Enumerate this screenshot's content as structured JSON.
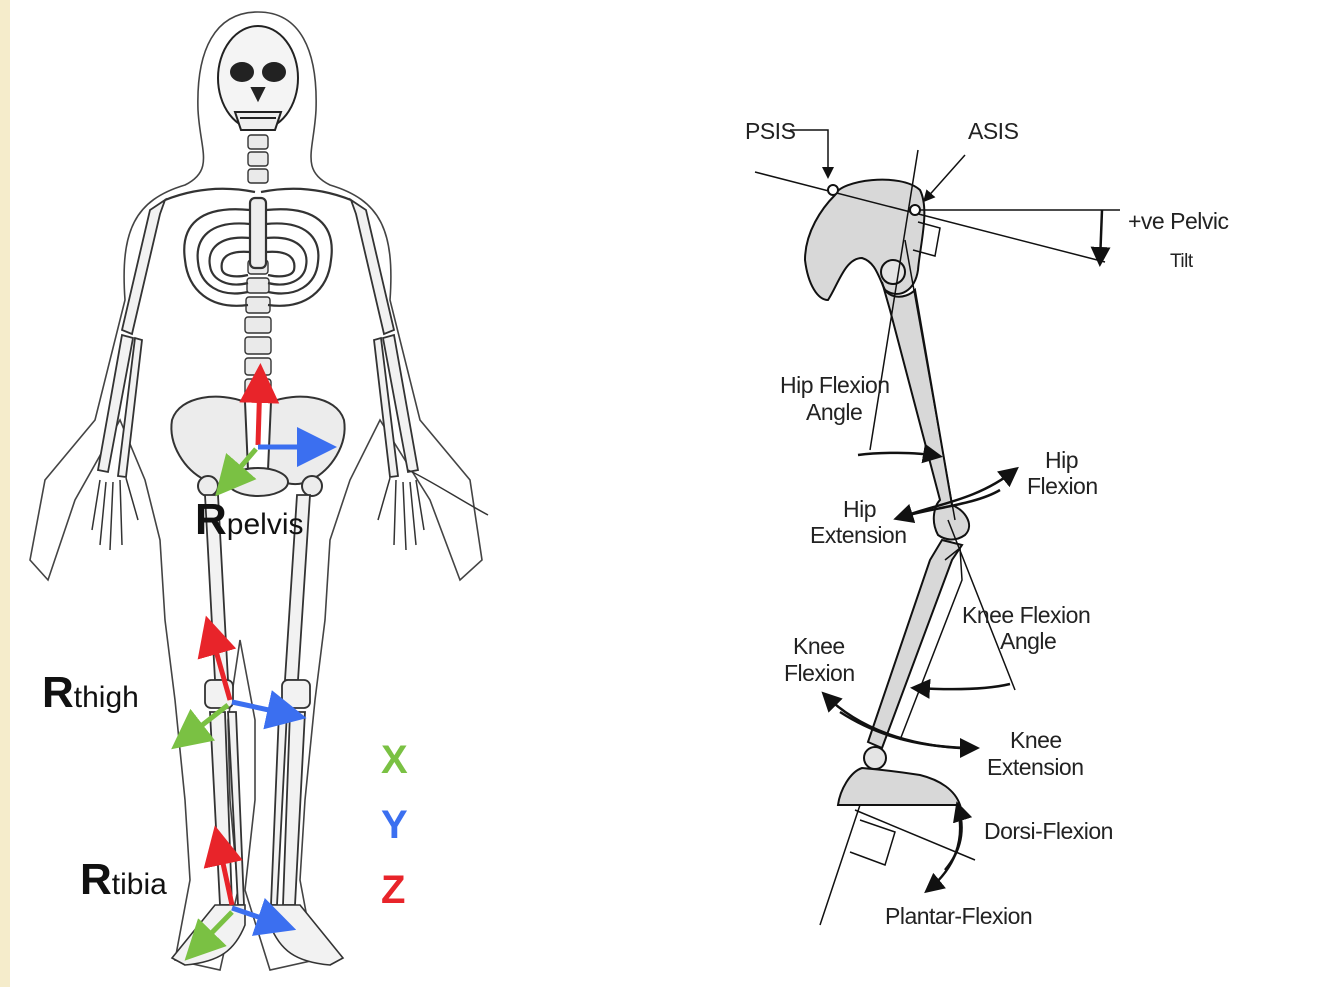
{
  "left_figure": {
    "segments": [
      {
        "id": "pelvis",
        "prefix": "R",
        "subscript": "pelvis"
      },
      {
        "id": "thigh",
        "prefix": "R",
        "subscript": "thigh"
      },
      {
        "id": "tibia",
        "prefix": "R",
        "subscript": "tibia"
      }
    ],
    "axes_legend": [
      {
        "letter": "X",
        "color": "#7ac143"
      },
      {
        "letter": "Y",
        "color": "#3b6ff0"
      },
      {
        "letter": "Z",
        "color": "#e8242a"
      }
    ]
  },
  "right_figure": {
    "labels": {
      "psis": "PSIS",
      "asis": "ASIS",
      "pelvic_tilt_1": "+ve Pelvic",
      "pelvic_tilt_2": "Tilt",
      "hip_flexion_angle_1": "Hip Flexion",
      "hip_flexion_angle_2": "Angle",
      "hip_flexion_1": "Hip",
      "hip_flexion_2": "Flexion",
      "hip_extension_1": "Hip",
      "hip_extension_2": "Extension",
      "knee_flexion_angle_1": "Knee Flexion",
      "knee_flexion_angle_2": "Angle",
      "knee_flexion_1": "Knee",
      "knee_flexion_2": "Flexion",
      "knee_extension_1": "Knee",
      "knee_extension_2": "Extension",
      "dorsi_flexion": "Dorsi-Flexion",
      "plantar_flexion": "Plantar-Flexion"
    }
  }
}
